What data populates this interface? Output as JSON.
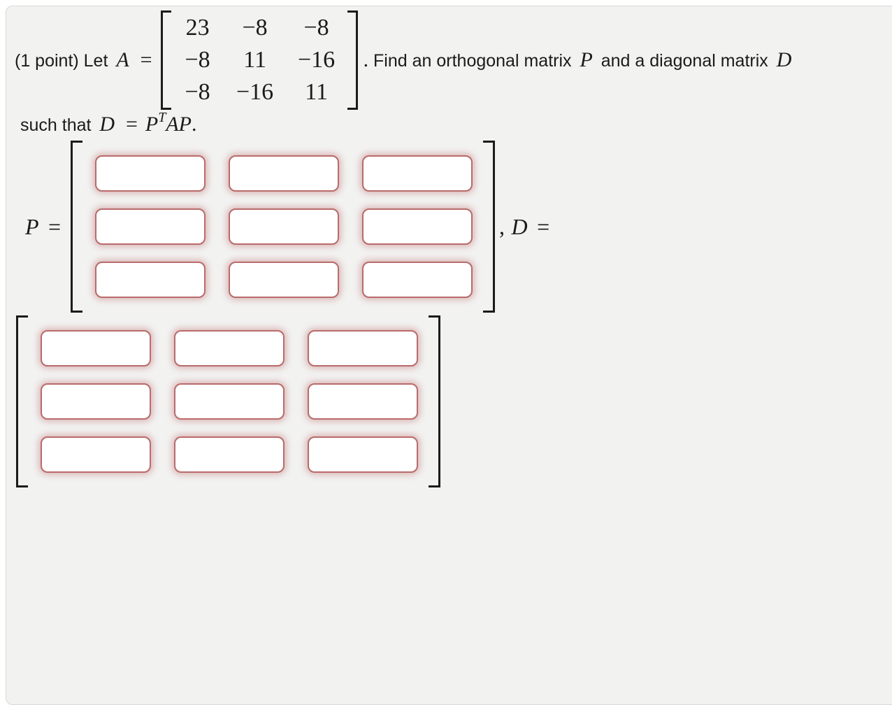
{
  "colors": {
    "page_background": "#ffffff",
    "panel_background": "#f2f2f1",
    "panel_border": "#d9d9d8",
    "text": "#1b1b1b",
    "bracket": "#1b1b1b",
    "input_border": "#b96b6b",
    "input_glow": "rgba(187,104,104,0.42)"
  },
  "problem": {
    "intro": "(1 point) Let",
    "var_A": "A",
    "equals": "=",
    "matrix_A": {
      "rows": [
        [
          "23",
          "−8",
          "−8"
        ],
        [
          "−8",
          "11",
          "−16"
        ],
        [
          "−8",
          "−16",
          "11"
        ]
      ]
    },
    "period": ".",
    "find_text": "Find an orthogonal matrix",
    "var_P": "P",
    "and_text": "and a diagonal matrix",
    "var_D": "D",
    "such_that": "such that",
    "formula_D": "D",
    "formula_equals": "=",
    "formula_P": "P",
    "formula_T": "T",
    "formula_AP": "AP",
    "formula_period": "."
  },
  "answers": {
    "P_label": "P",
    "P_equals": "=",
    "comma": ",",
    "D_label": "D",
    "D_equals": "=",
    "P_matrix": {
      "rows": 3,
      "cols": 3,
      "values": [
        [
          "",
          "",
          ""
        ],
        [
          "",
          "",
          ""
        ],
        [
          "",
          "",
          ""
        ]
      ]
    },
    "D_matrix": {
      "rows": 3,
      "cols": 3,
      "values": [
        [
          "",
          "",
          ""
        ],
        [
          "",
          "",
          ""
        ],
        [
          "",
          "",
          ""
        ]
      ]
    }
  }
}
